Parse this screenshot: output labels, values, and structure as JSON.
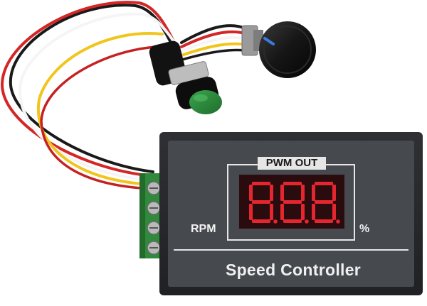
{
  "display": {
    "header": "PWM OUT",
    "left_unit": "RPM",
    "right_unit": "%",
    "title": "Speed Controller",
    "digits_shown": "8.8.8."
  },
  "colors": {
    "housing": "#3c3f43",
    "panel": "#46494e",
    "led_on": "#e5262f",
    "led_off": "#5a1418",
    "button_cap": "#2e8b3e",
    "knob": "#151515",
    "knob_pointer": "#3c7be0"
  },
  "icons": {
    "power_button": "green-pushbutton-icon",
    "potentiometer": "rotary-knob-icon",
    "terminal": "screw-terminal-icon"
  }
}
